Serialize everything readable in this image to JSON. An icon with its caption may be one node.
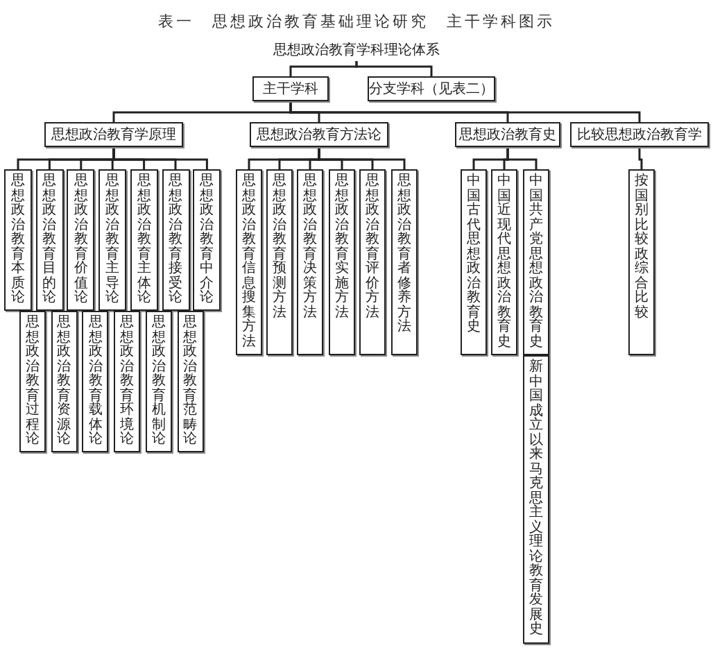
{
  "diagram": {
    "title": "表一　思想政治教育基础理论研究　主干学科图示",
    "nodes": [
      {
        "text": [
          "思想政治教育学科理论体系"
        ]
      },
      {
        "text": [
          "主干学科"
        ]
      },
      {
        "text": [
          "分支学科（见表二）"
        ]
      },
      {
        "text": [
          "思想政治教育学原理"
        ]
      },
      {
        "text": [
          "思想政治教育方法论"
        ]
      },
      {
        "text": [
          "思想政治教育史"
        ]
      },
      {
        "text": [
          "比较思想政治教育学"
        ]
      },
      {
        "text": [
          "思想政治教育本质论"
        ]
      },
      {
        "text": [
          "思想政治教育目的论"
        ]
      },
      {
        "text": [
          "思想政治教育价值论"
        ]
      },
      {
        "text": [
          "思想政治教育主导论"
        ]
      },
      {
        "text": [
          "思想政治教育主体论"
        ]
      },
      {
        "text": [
          "思想政治教育接受论"
        ]
      },
      {
        "text": [
          "思想政治教育中介论"
        ]
      },
      {
        "text": [
          "思想政治教育过程论"
        ]
      },
      {
        "text": [
          "思想政治教育资源论"
        ]
      },
      {
        "text": [
          "思想政治教育载体论"
        ]
      },
      {
        "text": [
          "思想政治教育环境论"
        ]
      },
      {
        "text": [
          "思想政治教育机制论"
        ]
      },
      {
        "text": [
          "思想政治教育范畴论"
        ]
      },
      {
        "text": [
          "思想政治教育信息搜集方法"
        ]
      },
      {
        "text": [
          "思想政治教育预测方法"
        ]
      },
      {
        "text": [
          "思想政治教育决策方法"
        ]
      },
      {
        "text": [
          "思想政治教育实施方法"
        ]
      },
      {
        "text": [
          "思想政治教育评价方法"
        ]
      },
      {
        "text": [
          "思想政治教育者修养方法"
        ]
      },
      {
        "text": [
          "中国古代思想政治教育史"
        ]
      },
      {
        "text": [
          "中国近现代思想政治教育史"
        ]
      },
      {
        "text": [
          "中国共产党思想政治教育史"
        ]
      },
      {
        "text": [
          "新中国成立以来马克思主义理论教育发展史"
        ]
      },
      {
        "text": [
          "按国别比较政综合比较"
        ]
      }
    ],
    "edges": [
      {
        "from": 0,
        "to": 1,
        "arrow": "none"
      },
      {
        "from": 0,
        "to": 2,
        "arrow": "none"
      },
      {
        "from": 1,
        "to": 3,
        "arrow": "none"
      },
      {
        "from": 1,
        "to": 4,
        "arrow": "none"
      },
      {
        "from": 1,
        "to": 5,
        "arrow": "none"
      },
      {
        "from": 1,
        "to": 6,
        "arrow": "none"
      },
      {
        "from": 3,
        "to": 7,
        "arrow": "none"
      },
      {
        "from": 3,
        "to": 8,
        "arrow": "none"
      },
      {
        "from": 3,
        "to": 9,
        "arrow": "none"
      },
      {
        "from": 3,
        "to": 10,
        "arrow": "none"
      },
      {
        "from": 3,
        "to": 11,
        "arrow": "none"
      },
      {
        "from": 3,
        "to": 12,
        "arrow": "none"
      },
      {
        "from": 3,
        "to": 13,
        "arrow": "none"
      },
      {
        "from": 4,
        "to": 20,
        "arrow": "none"
      },
      {
        "from": 4,
        "to": 21,
        "arrow": "none"
      },
      {
        "from": 4,
        "to": 22,
        "arrow": "none"
      },
      {
        "from": 4,
        "to": 23,
        "arrow": "none"
      },
      {
        "from": 4,
        "to": 24,
        "arrow": "none"
      },
      {
        "from": 4,
        "to": 25,
        "arrow": "none"
      },
      {
        "from": 5,
        "to": 26,
        "arrow": "none"
      },
      {
        "from": 5,
        "to": 27,
        "arrow": "none"
      },
      {
        "from": 5,
        "to": 28,
        "arrow": "none"
      },
      {
        "from": 6,
        "to": 30,
        "arrow": "none"
      }
    ]
  }
}
